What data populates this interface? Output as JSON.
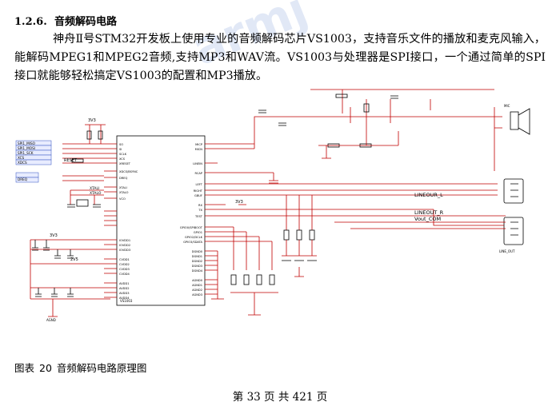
{
  "heading": {
    "number": "1.2.6.",
    "title": "音频解码电路"
  },
  "paragraph": "神舟Ⅱ号STM32开发板上使用专业的音频解码芯片VS1003，支持音乐文件的播放和麦克风输入，能解码MPEG1和MPEG2音频,支持MP3和WAV流。VS1003与处理器是SPI接口，一个通过简单的SPI接口就能够轻松搞定VS1003的配置和MP3播放。",
  "watermark": "armj",
  "schematic": {
    "chip_label": "VS1003",
    "left_pins": [
      "SO",
      "SI",
      "SCLK",
      "XCS",
      "XRESET",
      "XDCS/BSYNC",
      "DREQ",
      "XTALI",
      "XTALO",
      "VCO",
      "",
      "",
      "",
      "",
      "IOVDD1",
      "IOVDD2",
      "IOVDD3",
      "CVDD1",
      "CVDD2",
      "CVDD3",
      "CVDD4",
      "AVDD1",
      "AVDD2",
      "AVDD3",
      "AVDD4"
    ],
    "right_pins": [
      "MICP",
      "MICN",
      "LINEIN",
      "RCAP",
      "LEFT",
      "RIGHT",
      "GBUF",
      "RX",
      "TX",
      "TEST",
      "GPIO0/SPIBOOT",
      "GPIO1",
      "GPIO2/DCLK",
      "GPIO3/SDATA",
      "DGND0",
      "DGND1",
      "DGND2",
      "DGND3",
      "DGND4",
      "AGND0",
      "AGND1",
      "AGND2",
      "AGND3"
    ],
    "net_labels": [
      "SPI1_MISO",
      "SPI1_MOSI",
      "SPI1_SCK",
      "XCS",
      "XDCS",
      "RESET",
      "DREQ",
      "XTALI",
      "XTALO"
    ],
    "supply_labels": [
      "3V3",
      "3V3",
      "2V5",
      "3V3"
    ],
    "right_labels": [
      "LINEOUR_L",
      "LINEOUT_R",
      "Vout_COM",
      "LINE_OUT",
      "MIC"
    ],
    "ground_label": "AGND"
  },
  "caption": {
    "label": "图表",
    "number": "20",
    "text": "音频解码电路原理图"
  },
  "footer": "第 33 页  共 421 页"
}
